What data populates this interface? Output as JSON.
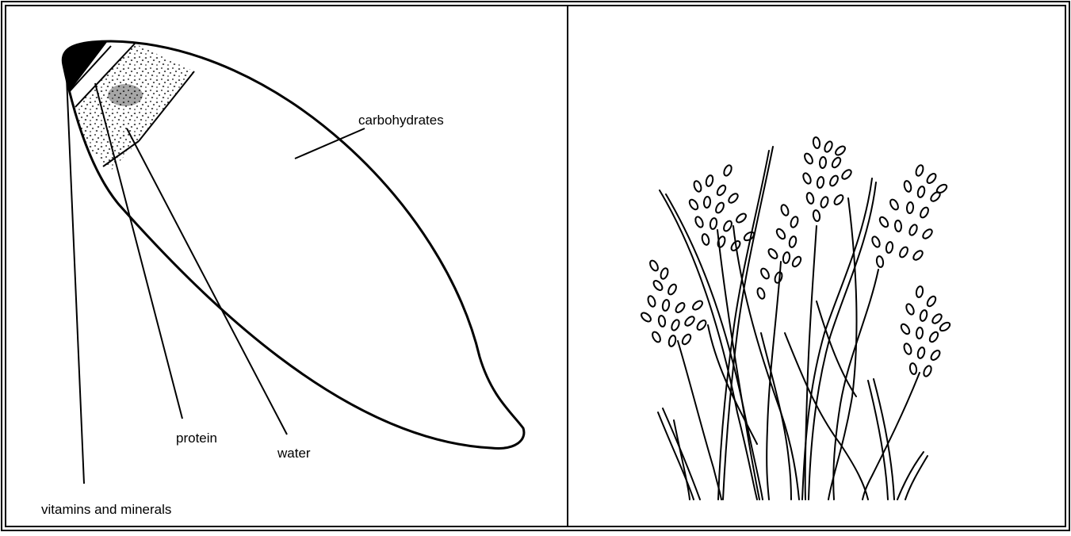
{
  "colors": {
    "ink": "#000000",
    "paper": "#ffffff"
  },
  "grain_diagram": {
    "labels": {
      "carbohydrates": "carbohydrates",
      "protein": "protein",
      "water": "water",
      "vitamins_and_minerals": "vitamins and minerals"
    }
  },
  "grass_illustration": {
    "icon": "grass-plant-icon"
  }
}
